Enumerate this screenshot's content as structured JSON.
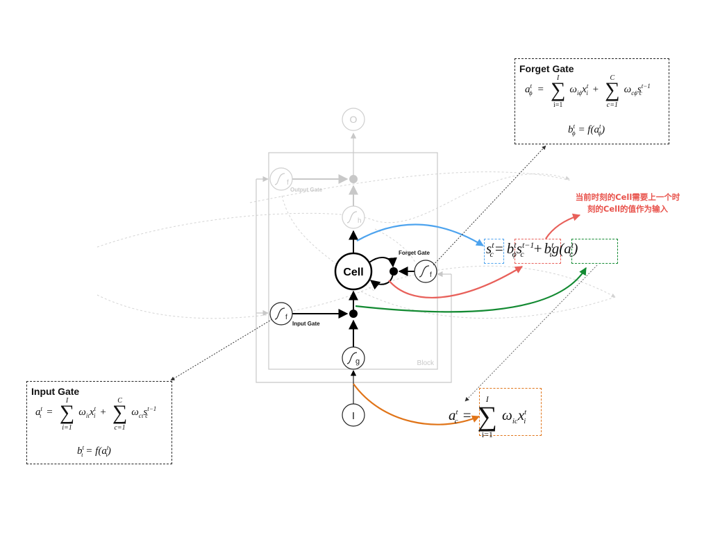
{
  "diagram": {
    "nodes": {
      "output": {
        "label": "O"
      },
      "output_gate": {
        "symbol": "∫",
        "sub": "f",
        "label": "Output Gate"
      },
      "h_squash": {
        "symbol": "∫",
        "sub": "h"
      },
      "cell": {
        "label": "Cell"
      },
      "forget_gate": {
        "symbol": "∫",
        "sub": "f",
        "label": "Forget Gate"
      },
      "input_gate": {
        "symbol": "∫",
        "sub": "f",
        "label": "Input Gate"
      },
      "g_squash": {
        "symbol": "∫",
        "sub": "g"
      },
      "input": {
        "label": "I"
      },
      "block": {
        "label": "Block"
      }
    },
    "colors": {
      "cell_to_state": "#4da3ee",
      "prev_state": "#e8605a",
      "gated_input": "#138a32",
      "net_input": "#e07418",
      "annotation": "#e8524b",
      "faded": "#c8c8c8"
    }
  },
  "forget_gate_box": {
    "title": "Forget Gate",
    "eq1": {
      "lhs": "a",
      "lhs_sup": "t",
      "lhs_sub": "ϕ",
      "sum1_upper": "I",
      "sum1_lower": "i=1",
      "term1": "ω",
      "term1_sub": "iϕ",
      "term1_var": "x",
      "term1_var_sup": "t",
      "term1_var_sub": "i",
      "sum2_upper": "C",
      "sum2_lower": "c=1",
      "term2": "ω",
      "term2_sub": "cϕ",
      "term2_var": "s",
      "term2_var_sup": "t−1",
      "term2_var_sub": "c"
    },
    "eq2": "b",
    "eq2_sup": "t",
    "eq2_sub": "ϕ",
    "eq2_rhs": "= f(a",
    "eq2_rhs_sup": "t",
    "eq2_rhs_sub": "ϕ",
    "eq2_close": ")"
  },
  "input_gate_box": {
    "title": "Input Gate",
    "eq1": {
      "lhs": "a",
      "lhs_sup": "t",
      "lhs_sub": "ι",
      "sum1_upper": "I",
      "sum1_lower": "i=1",
      "term1": "ω",
      "term1_sub": "iι",
      "term1_var": "x",
      "term1_var_sup": "t",
      "term1_var_sub": "i",
      "sum2_upper": "C",
      "sum2_lower": "c=1",
      "term2": "ω",
      "term2_sub": "cι",
      "term2_var": "s",
      "term2_var_sup": "t−1",
      "term2_var_sub": "c"
    },
    "eq2": "b",
    "eq2_sup": "t",
    "eq2_sub": "ι",
    "eq2_rhs": "= f(a",
    "eq2_rhs_sup": "t",
    "eq2_rhs_sub": "ι",
    "eq2_close": ")"
  },
  "state_equation": {
    "lhs": "s",
    "lhs_sup": "t",
    "lhs_sub": "c",
    "eq": "=",
    "t1": "b",
    "t1_sup": "t",
    "t1_sub": "ϕ",
    "t1b": "s",
    "t1b_sup": "t−1",
    "t1b_sub": "c",
    "plus": "+",
    "t2": "b",
    "t2_sup": "t",
    "t2_sub": "ι",
    "t2b": "g(a",
    "t2b_sup": "t",
    "t2b_sub": "c",
    "t2c": ")"
  },
  "cell_input_equation": {
    "lhs": "a",
    "lhs_sup": "t",
    "lhs_sub": "c",
    "eq": "=",
    "sum_upper": "I",
    "sum_lower": "i=1",
    "term": "ω",
    "term_sub": "ic",
    "var": "x",
    "var_sup": "t",
    "var_sub": "i"
  },
  "annotation": {
    "line1": "当前时刻的Cell需要上一个时",
    "line2": "刻的Cell的值作为输入"
  }
}
